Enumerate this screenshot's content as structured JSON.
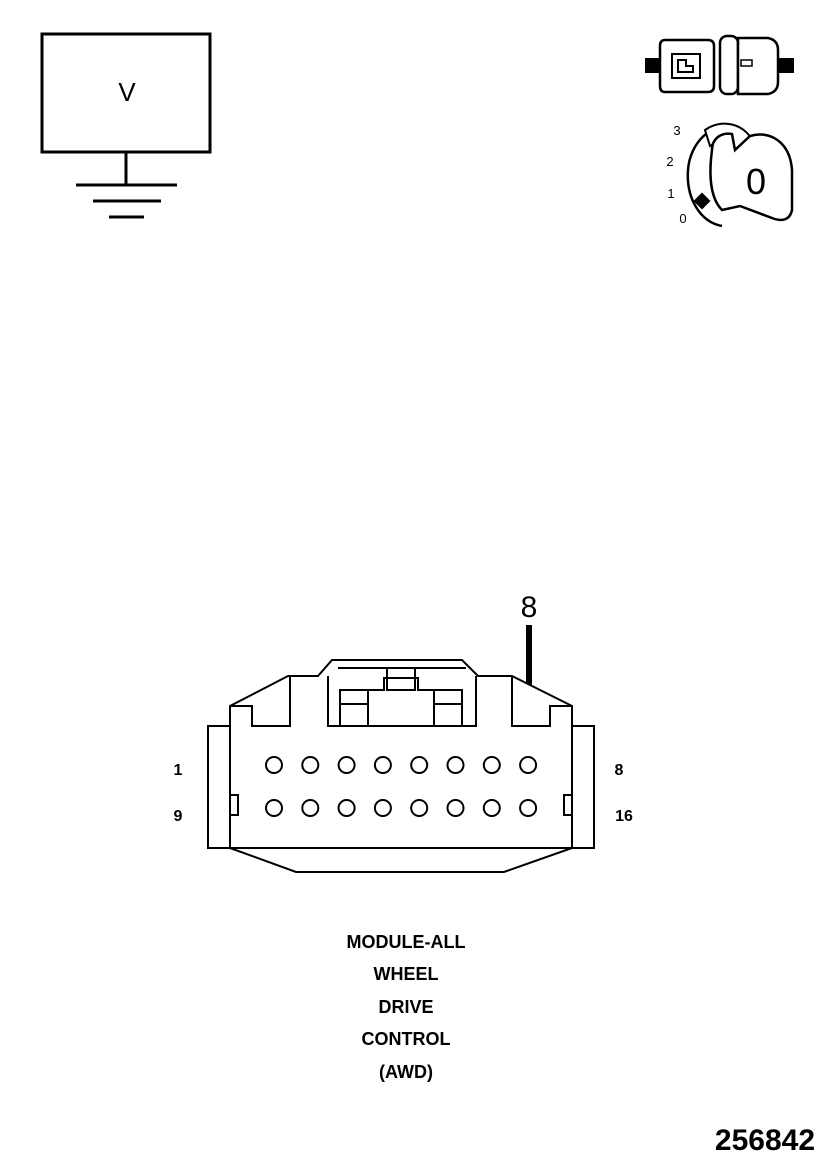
{
  "meter": {
    "symbol": "V"
  },
  "ignition": {
    "positions": [
      "3",
      "2",
      "1",
      "0"
    ],
    "key_label": "0"
  },
  "callout": {
    "pin": "8"
  },
  "connector": {
    "top_row_first": "1",
    "top_row_last": "8",
    "bottom_row_first": "9",
    "bottom_row_last": "16",
    "pins_per_row": 8
  },
  "caption": {
    "lines": [
      "MODULE-ALL",
      "WHEEL",
      "DRIVE",
      "CONTROL",
      "(AWD)"
    ]
  },
  "figure_number": "256842",
  "colors": {
    "ink": "#000000",
    "paper": "#ffffff"
  }
}
